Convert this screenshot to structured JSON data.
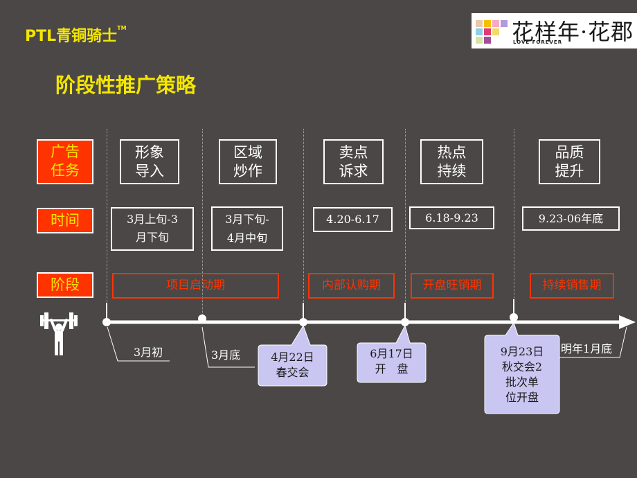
{
  "header": {
    "brand": "PTL青铜骑士",
    "brand_tm": "TM",
    "logo_text": "花样年·花郡",
    "logo_sub": "LOVE FOREVER",
    "page_title": "阶段性推广策略"
  },
  "row_labels": {
    "task_line1": "广告",
    "task_line2": "任务",
    "time": "时间",
    "stage": "阶段"
  },
  "tasks": [
    {
      "line1": "形象",
      "line2": "导入"
    },
    {
      "line1": "区域",
      "line2": "炒作"
    },
    {
      "line1": "卖点",
      "line2": "诉求"
    },
    {
      "line1": "热点",
      "line2": "持续"
    },
    {
      "line1": "品质",
      "line2": "提升"
    }
  ],
  "times": [
    {
      "line1": "3月上旬-3",
      "line2": "月下旬"
    },
    {
      "line1": "3月下旬-",
      "line2": "4月中旬"
    },
    {
      "line1": "4.20-6.17"
    },
    {
      "line1": "6.18-9.23"
    },
    {
      "line1": "9.23-06年底"
    }
  ],
  "stages": [
    "项目启动期",
    "内部认购期",
    "开盘旺销期",
    "持续销售期"
  ],
  "milestones": {
    "m1": "3月初",
    "m2": "3月底",
    "m3_line1": "4月22日",
    "m3_line2": "春交会",
    "m4_line1": "6月17日",
    "m4_line2": "开　盘",
    "m5_line1": "9月23日",
    "m5_line2": "秋交会2",
    "m5_line3": "批次单",
    "m5_line4": "位开盘",
    "m6": "明年1月底"
  },
  "colors": {
    "background": "#4a4746",
    "accent_yellow": "#f4e600",
    "label_red": "#ff3300",
    "callout_fill": "#c9c6f2"
  },
  "icons": {
    "weightlifter": "weightlifter-icon"
  }
}
